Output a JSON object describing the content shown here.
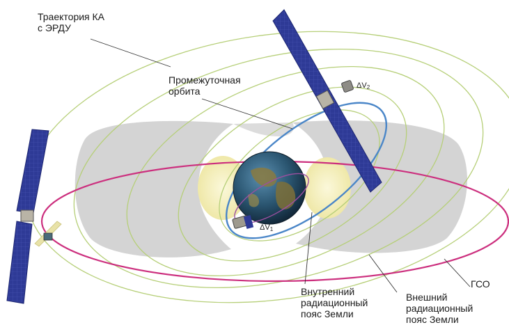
{
  "labels": {
    "trajectory_line1": "Траектория КА",
    "trajectory_line2": "с ЭРДУ",
    "intermediate_line1": "Промежуточная",
    "intermediate_line2": "орбита",
    "inner_belt_line1": "Внутренний",
    "inner_belt_line2": "радиационный",
    "inner_belt_line3": "пояс Земли",
    "outer_belt_line1": "Внешний",
    "outer_belt_line2": "радиационный",
    "outer_belt_line3": "пояс Земли",
    "geo": "ГСО",
    "dv2_main": "ΔV",
    "dv2_sub": "2",
    "dv1_main": "ΔV",
    "dv1_sub": "1"
  },
  "colors": {
    "outer_belt": "#d4d4d4",
    "inner_belt": "#f6f2c6",
    "geo_orbit": "#cc2f7e",
    "intermediate_orbit": "#4a86c8",
    "spiral_trajectory": "#b6cf78",
    "solar_panel": "#2e3a96",
    "earth_ocean": "#22445e",
    "earth_land": "#8a7a40"
  }
}
